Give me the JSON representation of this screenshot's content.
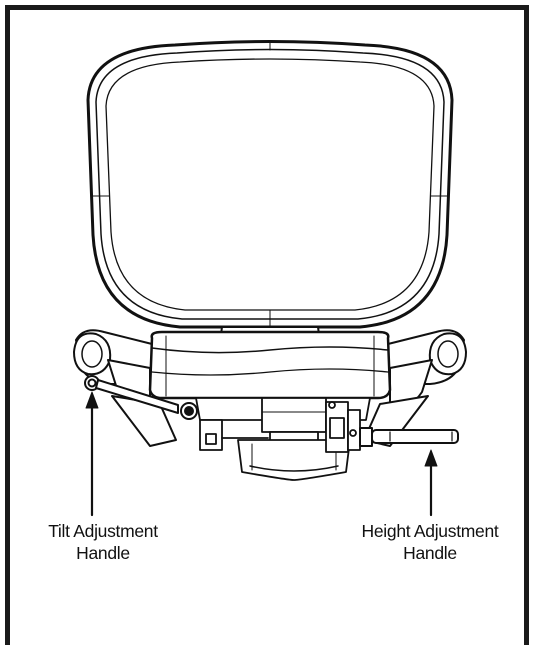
{
  "colors": {
    "frame": "#1a1a1a",
    "line": "#111111",
    "fill": "#ffffff"
  },
  "callouts": {
    "tilt_handle": {
      "line1": "Tilt Adjustment",
      "line2": "Handle"
    },
    "height_handle": {
      "line1": "Height Adjustment",
      "line2": "Handle"
    }
  }
}
